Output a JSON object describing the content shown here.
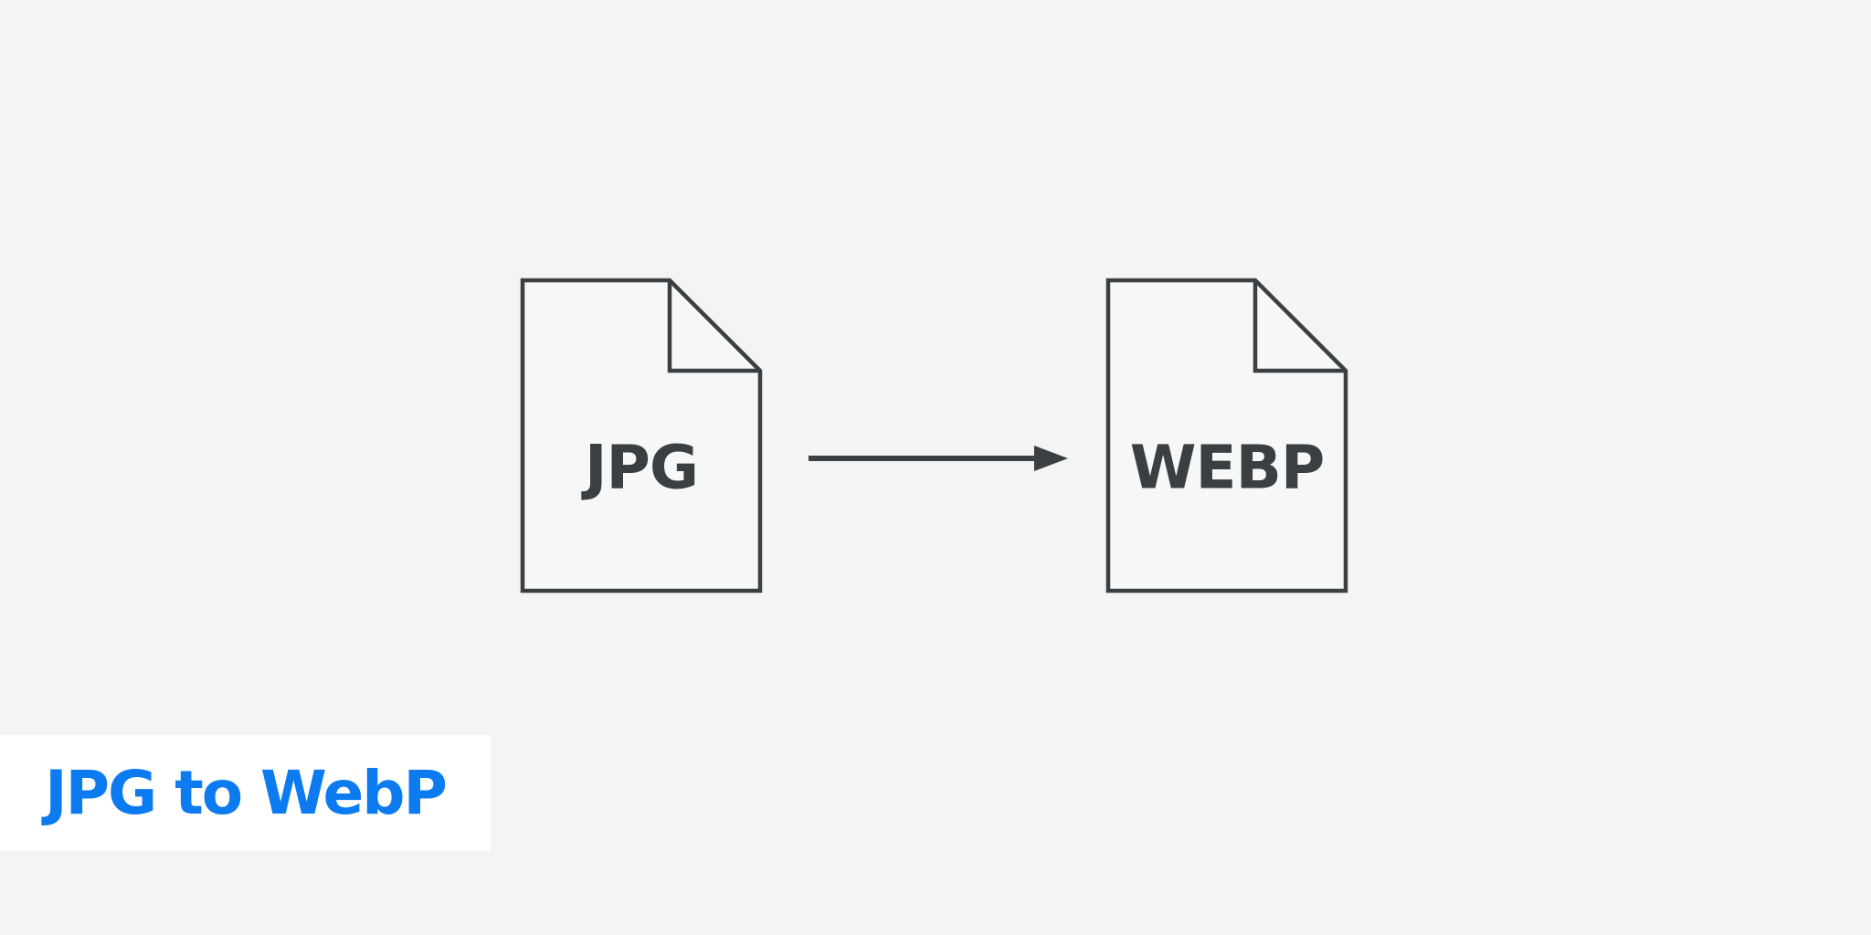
{
  "illustration": {
    "description": "file conversion graphic",
    "source_file": {
      "label": "JPG"
    },
    "target_file": {
      "label": "WEBP"
    },
    "arrow_direction": "right"
  },
  "title_badge": {
    "text": "JPG to WebP"
  },
  "colors": {
    "bg": "#f3f4f4",
    "doc-fill": "#f6f7f7",
    "ink": "#3b3e42",
    "panel": "#ffffff",
    "accent": "#0d7bf0"
  }
}
